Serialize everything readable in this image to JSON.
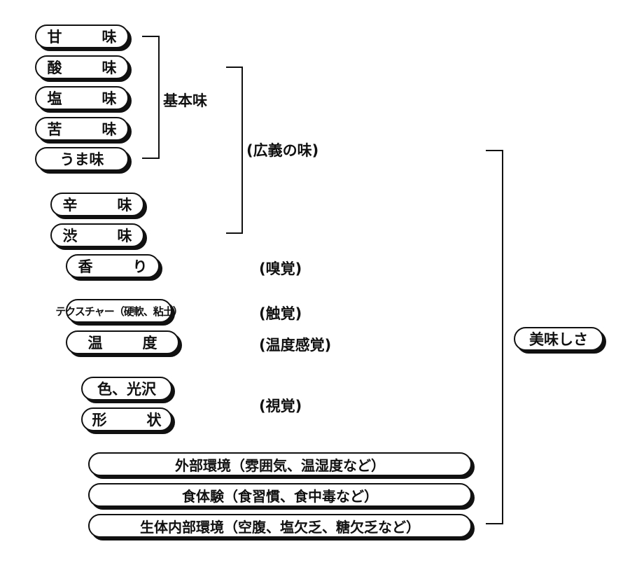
{
  "basic_tastes": [
    "甘　味",
    "酸　味",
    "塩　味",
    "苦　味",
    "うま味"
  ],
  "other_tastes": [
    "辛　味",
    "渋　味"
  ],
  "aroma": "香　り",
  "texture": "テクスチャー（硬軟、粘土）",
  "temperature": "温　度",
  "color_gloss": "色、光沢",
  "shape": "形　状",
  "external_environment": "外部環境（雰囲気、温湿度など）",
  "food_experience": "食体験（食習慣、食中毒など）",
  "internal_environment": "生体内部環境（空腹、塩欠乏、糖欠乏など）",
  "labels": {
    "basic": "基本味",
    "broad_taste": "(広義の味)",
    "smell": "(嗅覚)",
    "touch": "(触覚)",
    "temperature_sense": "(温度感覚)",
    "vision": "(視覚)"
  },
  "result": "美味しさ"
}
